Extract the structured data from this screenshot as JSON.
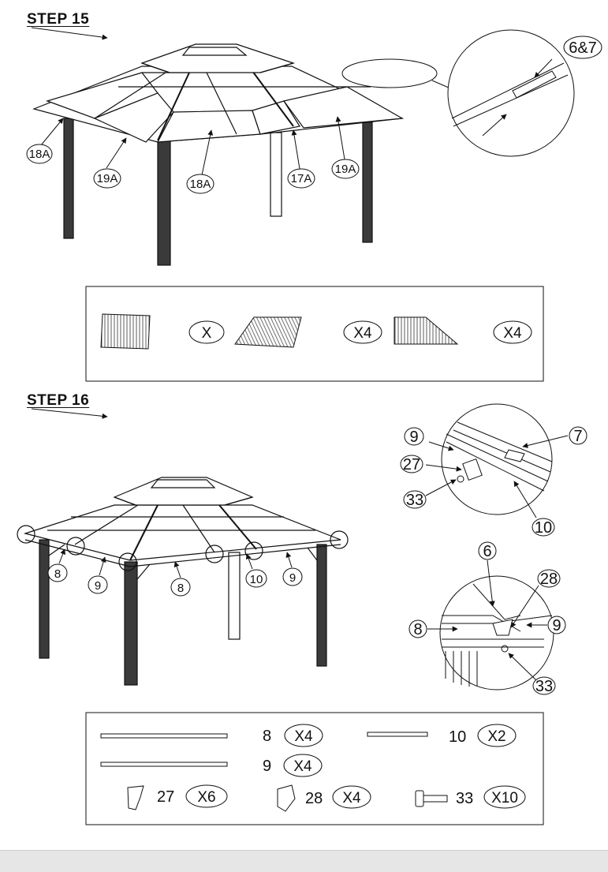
{
  "step15": {
    "title": "STEP 15",
    "callouts": [
      "18A",
      "19A",
      "18A",
      "17A",
      "19A"
    ],
    "detail_label": "6&7",
    "parts": {
      "qty_a": "X",
      "qty_b": "X4",
      "qty_c": "X4"
    }
  },
  "step16": {
    "title": "STEP 16",
    "callouts": [
      "8",
      "9",
      "8",
      "10",
      "9"
    ],
    "detail1": {
      "a": "9",
      "b": "27",
      "c": "33",
      "d": "7",
      "e": "10"
    },
    "detail2": {
      "a": "6",
      "b": "28",
      "c": "8",
      "d": "9",
      "e": "33"
    },
    "parts": {
      "p8": "8",
      "p8_qty": "X4",
      "p10": "10",
      "p10_qty": "X2",
      "p9": "9",
      "p9_qty": "X4",
      "p27": "27",
      "p27_qty": "X6",
      "p28": "28",
      "p28_qty": "X4",
      "p33": "33",
      "p33_qty": "X10"
    }
  }
}
